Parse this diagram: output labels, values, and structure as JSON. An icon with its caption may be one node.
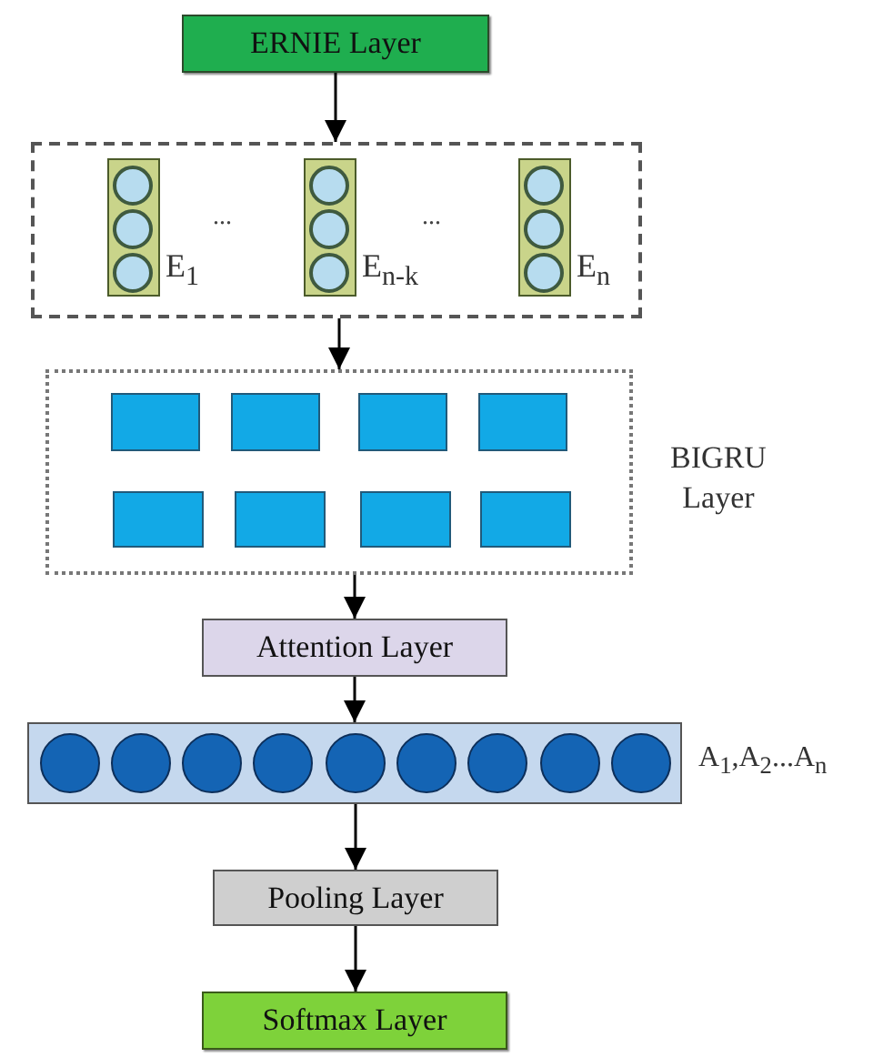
{
  "diagram": {
    "nodes": [
      {
        "text": [
          "ERNIE Layer"
        ]
      },
      {
        "text": [],
        "shape": "box"
      },
      {
        "text": [],
        "shape": "bar",
        "in": 1,
        "beside": [
          "E$_{1}$"
        ]
      },
      {
        "text": [],
        "shape": "bar",
        "in": 1,
        "beside": [
          "E$_{n-k}$"
        ]
      },
      {
        "text": [],
        "shape": "bar",
        "in": 1,
        "beside": [
          "E$_{n}$"
        ]
      },
      {
        "text": [
          "BIGRU Layer"
        ]
      },
      {
        "text": [],
        "shape": "box",
        "in": 5
      },
      {
        "text": [],
        "shape": "box",
        "in": 5
      },
      {
        "text": [],
        "shape": "box",
        "in": 5
      },
      {
        "text": [],
        "shape": "box",
        "in": 5
      },
      {
        "text": [],
        "shape": "box",
        "in": 5
      },
      {
        "text": [],
        "shape": "box",
        "in": 5
      },
      {
        "text": [],
        "shape": "box",
        "in": 5
      },
      {
        "text": [],
        "shape": "box",
        "in": 5
      },
      {
        "text": [
          "Attention Layer"
        ]
      },
      {
        "text": [],
        "shape": "box",
        "beside": [
          "A$_{1}$,A$_{2}$...A$_{n}$"
        ]
      },
      {
        "text": [],
        "shape": "circle",
        "in": 15
      },
      {
        "text": [],
        "shape": "circle",
        "in": 15
      },
      {
        "text": [],
        "shape": "circle",
        "in": 15
      },
      {
        "text": [],
        "shape": "circle",
        "in": 15
      },
      {
        "text": [],
        "shape": "circle",
        "in": 15
      },
      {
        "text": [],
        "shape": "circle",
        "in": 15
      },
      {
        "text": [],
        "shape": "circle",
        "in": 15
      },
      {
        "text": [],
        "shape": "circle",
        "in": 15
      },
      {
        "text": [],
        "shape": "circle",
        "in": 15
      },
      {
        "text": [
          "Pooling Layer"
        ]
      },
      {
        "text": [
          "Softmax Layer"
        ]
      }
    ],
    "edges": [
      {
        "from": 0,
        "to": 1,
        "arrow": "to"
      },
      {
        "from": 1,
        "to": 5,
        "arrow": "to"
      },
      {
        "from": 5,
        "to": 14,
        "arrow": "to"
      },
      {
        "from": 14,
        "to": 15,
        "arrow": "to"
      },
      {
        "from": 15,
        "to": 25,
        "arrow": "to"
      },
      {
        "from": 25,
        "to": 26,
        "arrow": "to"
      }
    ],
    "labels": [
      "...",
      "..."
    ]
  }
}
